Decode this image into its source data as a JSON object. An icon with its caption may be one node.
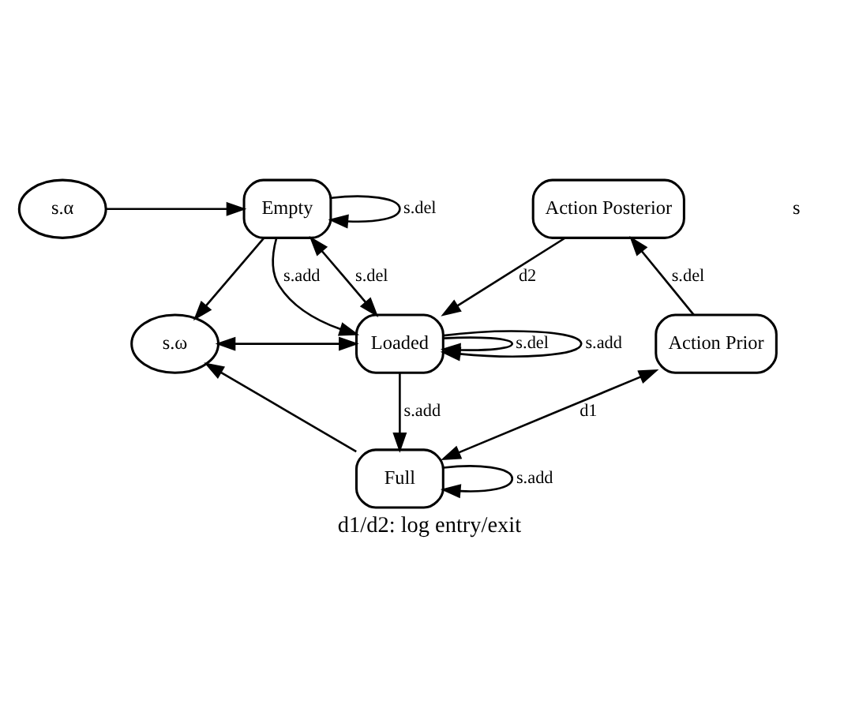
{
  "diagram": {
    "caption": "d1/d2: log entry/exit",
    "nodes": [
      {
        "text": [
          "s.α"
        ]
      },
      {
        "text": [
          "Empty"
        ]
      },
      {
        "text": [
          "s.ω"
        ]
      },
      {
        "text": [
          "Loaded"
        ]
      },
      {
        "text": [
          "Full"
        ]
      },
      {
        "text": [
          "Action Posterior"
        ]
      },
      {
        "text": [
          "Action Prior"
        ]
      }
    ],
    "edges": [
      {
        "from": 0,
        "to": 1,
        "arrow": "to"
      },
      {
        "from": 1,
        "to": 1,
        "arrow": "to",
        "label": "s.del"
      },
      {
        "from": 1,
        "to": 3,
        "arrow": "to",
        "label": "s.add"
      },
      {
        "from": 1,
        "to": 2,
        "arrow": "to"
      },
      {
        "from": 3,
        "to": 1,
        "arrow": "both",
        "label": "s.del"
      },
      {
        "from": 3,
        "to": 3,
        "arrow": "to",
        "label": "s.del"
      },
      {
        "from": 3,
        "to": 3,
        "arrow": "to",
        "label": "s.add"
      },
      {
        "from": 2,
        "to": 3,
        "arrow": "both"
      },
      {
        "from": 3,
        "to": 4,
        "arrow": "to",
        "label": "s.add"
      },
      {
        "from": 4,
        "to": 2,
        "arrow": "to"
      },
      {
        "from": 4,
        "to": 4,
        "arrow": "to",
        "label": "s.add"
      },
      {
        "from": 5,
        "to": 3,
        "arrow": "to",
        "label": "d2"
      },
      {
        "from": 4,
        "to": 6,
        "arrow": "both",
        "label": "d1"
      },
      {
        "from": 6,
        "to": 5,
        "arrow": "to",
        "label": "s.del"
      }
    ],
    "labels": [
      "s"
    ]
  }
}
